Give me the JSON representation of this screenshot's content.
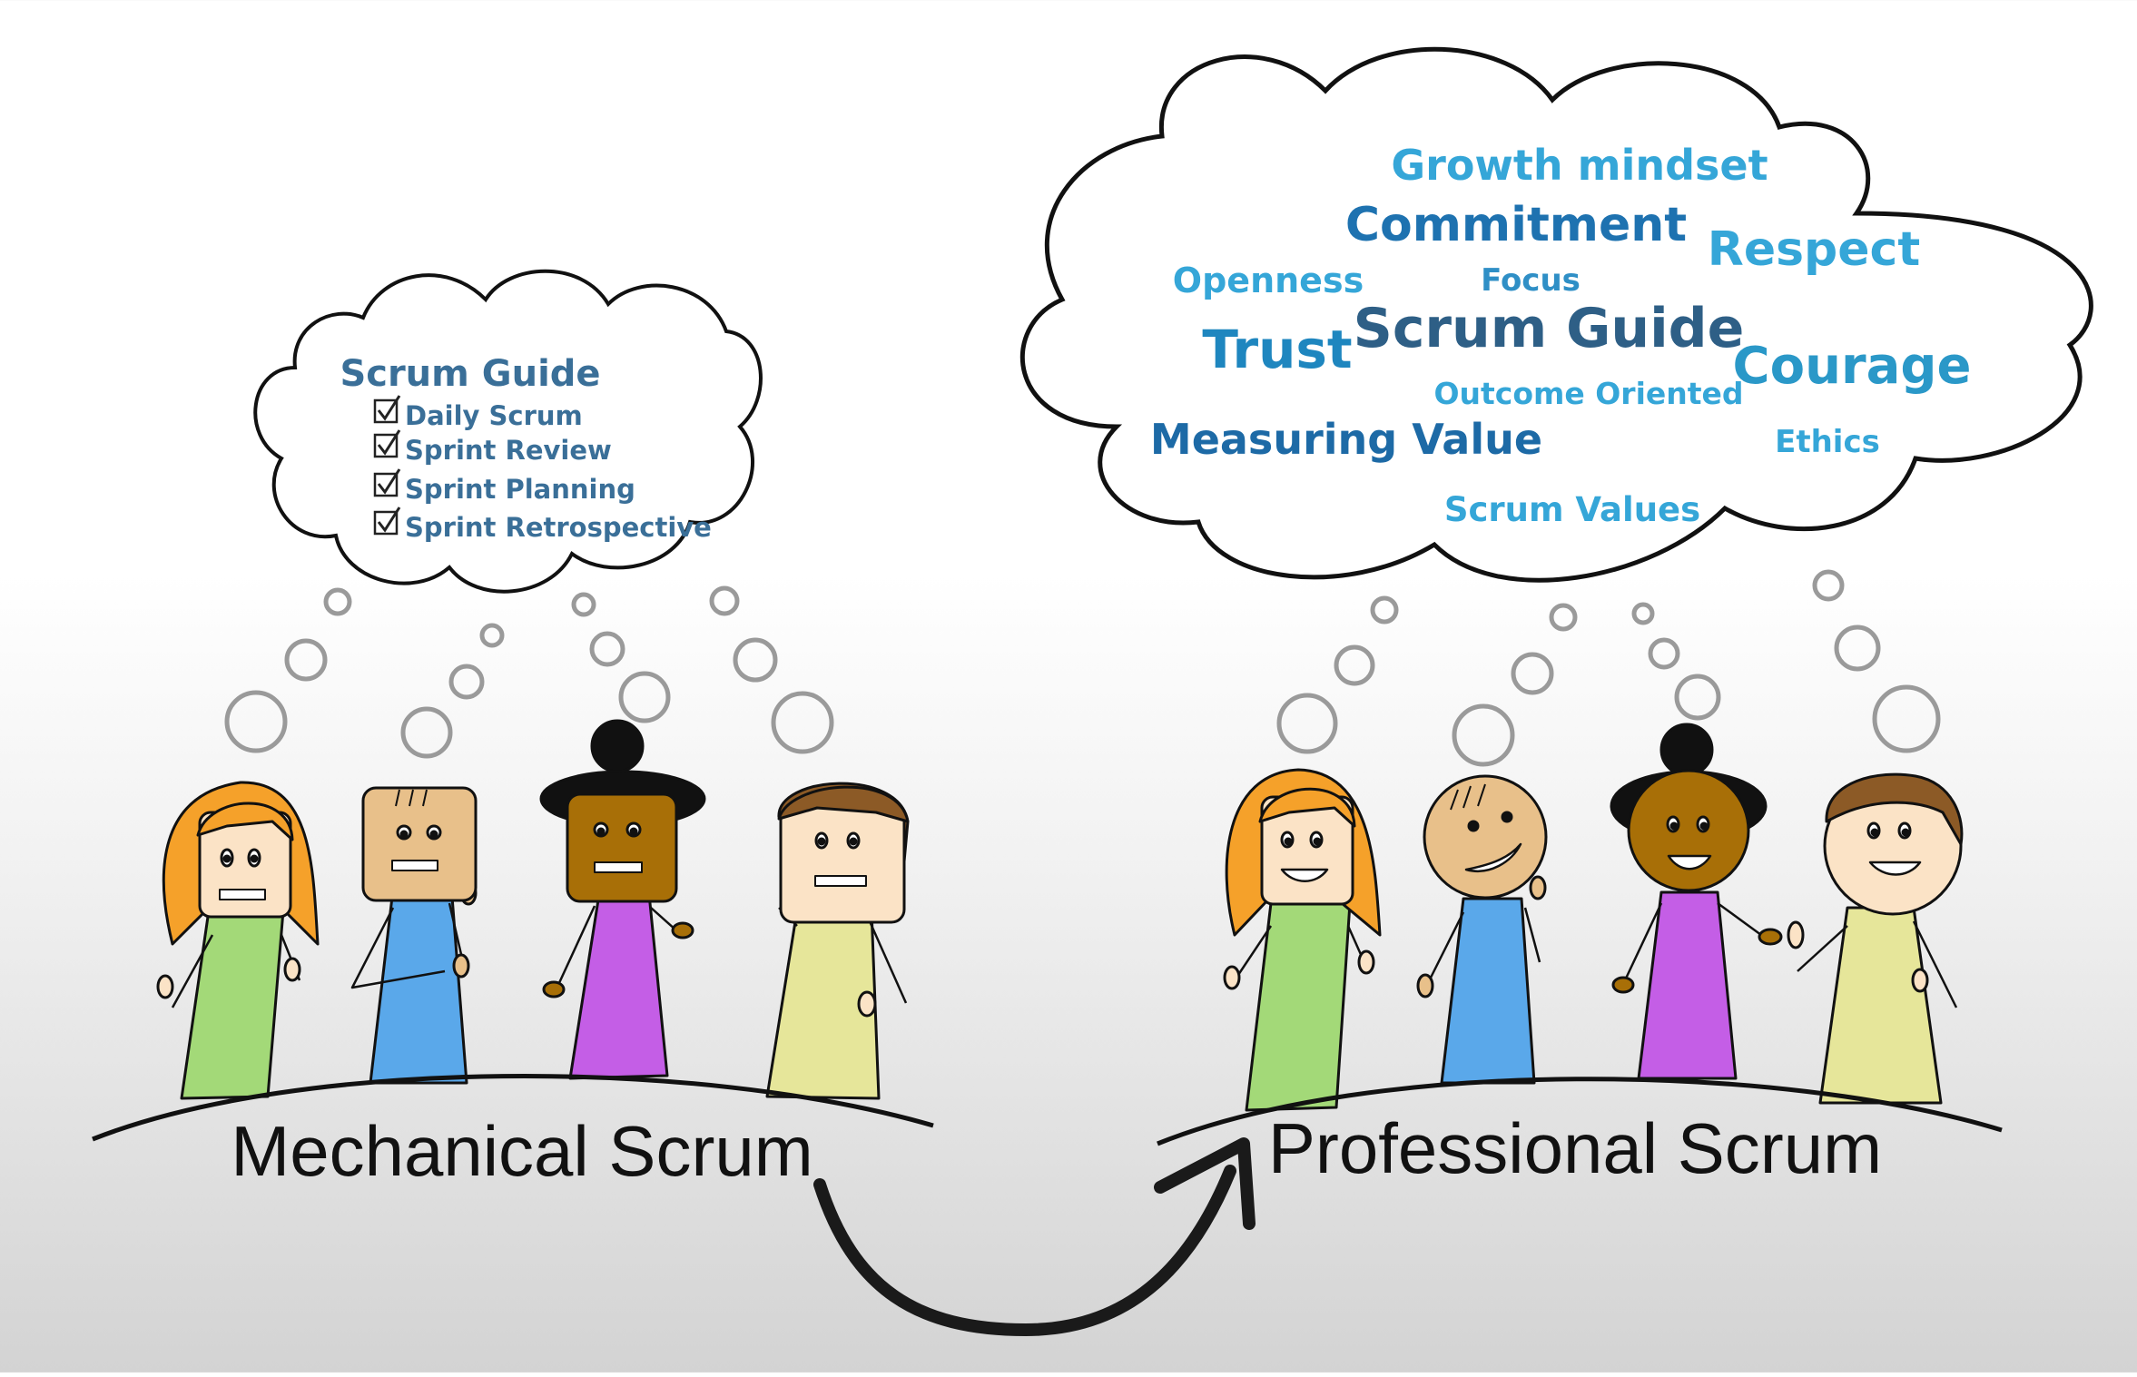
{
  "left_thought": {
    "title": "Scrum Guide",
    "items": [
      "Daily Scrum",
      "Sprint Review",
      "Sprint Planning",
      "Sprint Retrospective"
    ],
    "checkbox_icon": "checked-box-icon",
    "color": "#3a6f98"
  },
  "right_thought": {
    "words": [
      "Growth mindset",
      "Commitment",
      "Respect",
      "Openness",
      "Focus",
      "Trust",
      "Scrum Guide",
      "Courage",
      "Outcome Oriented",
      "Measuring Value",
      "Ethics",
      "Scrum Values"
    ],
    "colors": {
      "light": "#35a6d8",
      "mid": "#1e86bf",
      "dark": "#1d6aa6",
      "deep": "#2e5f86"
    }
  },
  "labels": {
    "left_group": "Mechanical Scrum",
    "right_group": "Professional Scrum"
  },
  "arrow_icon": "curved-arrow-icon",
  "character_colors": {
    "green_dress": "#a3d978",
    "blue_shirt": "#5aa8ea",
    "purple_dress": "#c45ee6",
    "yellow_shirt": "#e6e69a",
    "orange_hair": "#f5a12a",
    "skin_light": "#fbe3c6",
    "skin_tan": "#e8c08a",
    "skin_dark": "#a86f07",
    "brown_hair": "#8c5a26"
  }
}
